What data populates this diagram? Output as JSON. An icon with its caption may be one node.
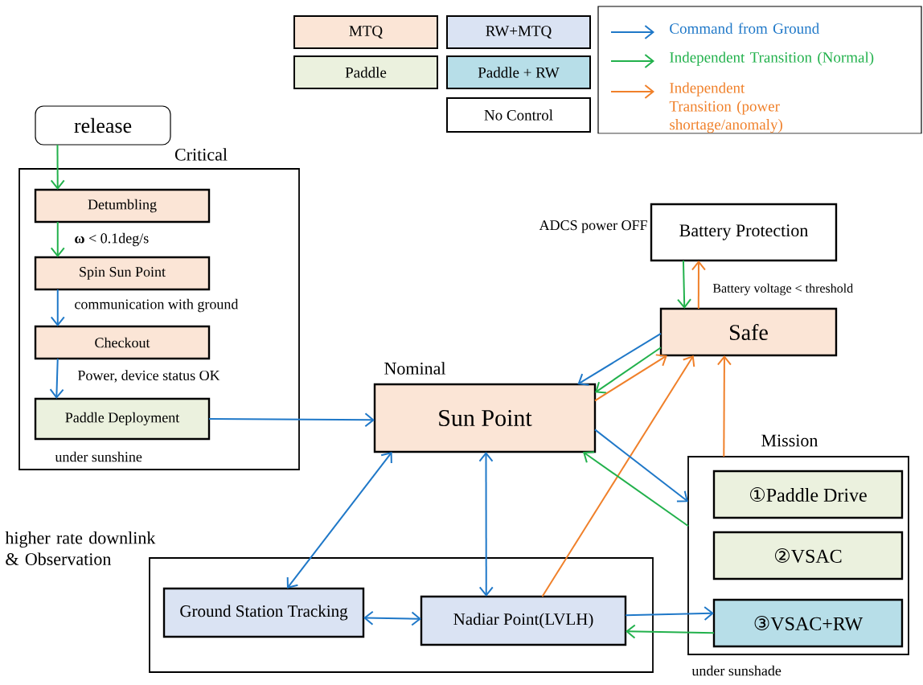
{
  "diagram": {
    "nodes": [
      {
        "text": [
          "release"
        ]
      },
      {
        "text": [
          "Critical"
        ]
      },
      {
        "text": [
          "Detumbling"
        ],
        "in": 1
      },
      {
        "text": [
          "Spin Sun Point"
        ],
        "in": 1
      },
      {
        "text": [
          "Checkout"
        ],
        "in": 1
      },
      {
        "text": [
          "Paddle Deployment"
        ],
        "in": 1,
        "beside": [
          "under sunshine"
        ]
      },
      {
        "text": [
          "Nominal",
          "Sun Point"
        ]
      },
      {
        "text": [
          "Battery Protection"
        ],
        "beside": [
          "ADCS power OFF"
        ]
      },
      {
        "text": [
          "Safe"
        ]
      },
      {
        "text": [
          "Mission"
        ],
        "beside": [
          "under sunshade"
        ]
      },
      {
        "text": [
          "①Paddle Drive"
        ],
        "in": 9
      },
      {
        "text": [
          "②VSAC"
        ],
        "in": 9
      },
      {
        "text": [
          "③VSAC+RW"
        ],
        "in": 9
      },
      {
        "text": [
          "higher rate downlink & Observation"
        ]
      },
      {
        "text": [
          "Ground Station Tracking"
        ],
        "in": 13
      },
      {
        "text": [
          "Nadiar Point(LVLH)"
        ],
        "in": 13
      }
    ],
    "edges": [
      {
        "from": 0,
        "to": 2,
        "arrow": "to",
        "color": "#22b14c"
      },
      {
        "from": 2,
        "to": 3,
        "arrow": "to",
        "color": "#22b14c",
        "label": "**ω** < 0.1deg/s"
      },
      {
        "from": 3,
        "to": 4,
        "arrow": "to",
        "label": "communication with ground"
      },
      {
        "from": 4,
        "to": 5,
        "arrow": "to",
        "label": "Power, device status OK"
      },
      {
        "from": 5,
        "to": 6,
        "arrow": "to"
      },
      {
        "from": 8,
        "to": 7,
        "arrow": "to",
        "color": "#f0802a",
        "label": "Battery voltage < threshold"
      },
      {
        "from": 7,
        "to": 8,
        "arrow": "to",
        "color": "#22b14c"
      },
      {
        "from": 8,
        "to": 6,
        "arrow": "to"
      },
      {
        "from": 8,
        "to": 6,
        "arrow": "to",
        "color": "#22b14c"
      },
      {
        "from": 6,
        "to": 8,
        "arrow": "to",
        "color": "#f0802a"
      },
      {
        "from": 15,
        "to": 8,
        "arrow": "to",
        "color": "#f0802a"
      },
      {
        "from": 9,
        "to": 8,
        "arrow": "to",
        "color": "#f0802a"
      },
      {
        "from": 6,
        "to": 9,
        "arrow": "to"
      },
      {
        "from": 9,
        "to": 6,
        "arrow": "to",
        "color": "#22b14c"
      },
      {
        "from": 6,
        "to": 14,
        "arrow": "both"
      },
      {
        "from": 6,
        "to": 15,
        "arrow": "both"
      },
      {
        "from": 14,
        "to": 15,
        "arrow": "both"
      },
      {
        "from": 15,
        "to": 12,
        "arrow": "to"
      },
      {
        "from": 12,
        "to": 15,
        "arrow": "to",
        "color": "#22b14c"
      }
    ],
    "legend": [
      {
        "text": "MTQ",
        "color": "#fbe5d6"
      },
      {
        "text": "RW+MTQ",
        "color": "#dae3f3"
      },
      {
        "text": "Paddle",
        "color": "#ebf1de"
      },
      {
        "text": "Paddle + RW",
        "color": "#b7dee8"
      },
      {
        "text": "No Control"
      },
      {
        "text": "Command from Ground"
      },
      {
        "text": "Independent Transition (Normal)"
      },
      {
        "text": "Independent Transition (power shortage/anomaly)"
      }
    ]
  }
}
